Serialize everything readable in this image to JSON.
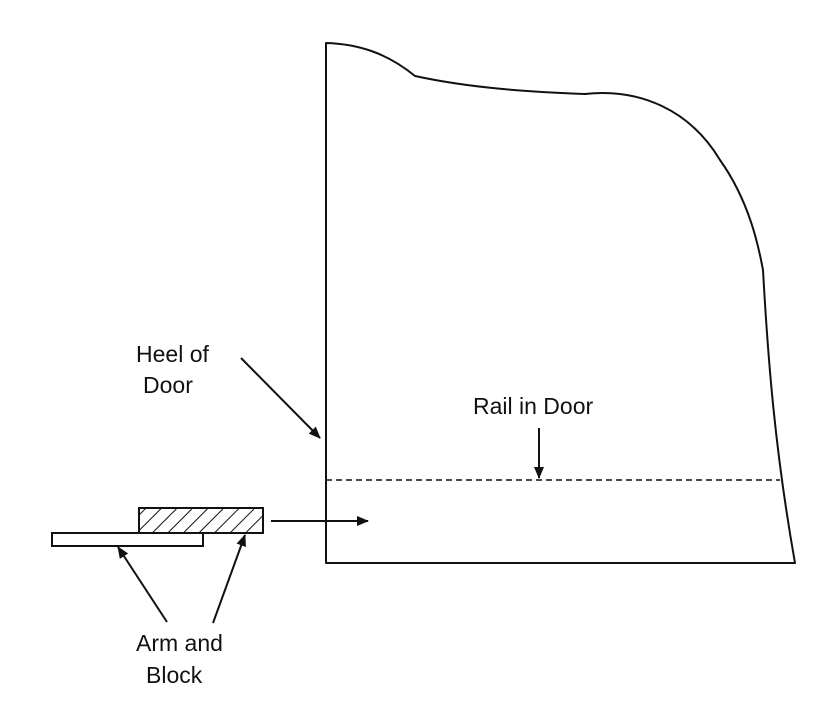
{
  "labels": {
    "heel_line1": "Heel of",
    "heel_line2": "Door",
    "rail": "Rail in Door",
    "arm_line1": "Arm and",
    "arm_line2": "Block"
  },
  "colors": {
    "stroke": "#111111",
    "background": "#ffffff"
  }
}
